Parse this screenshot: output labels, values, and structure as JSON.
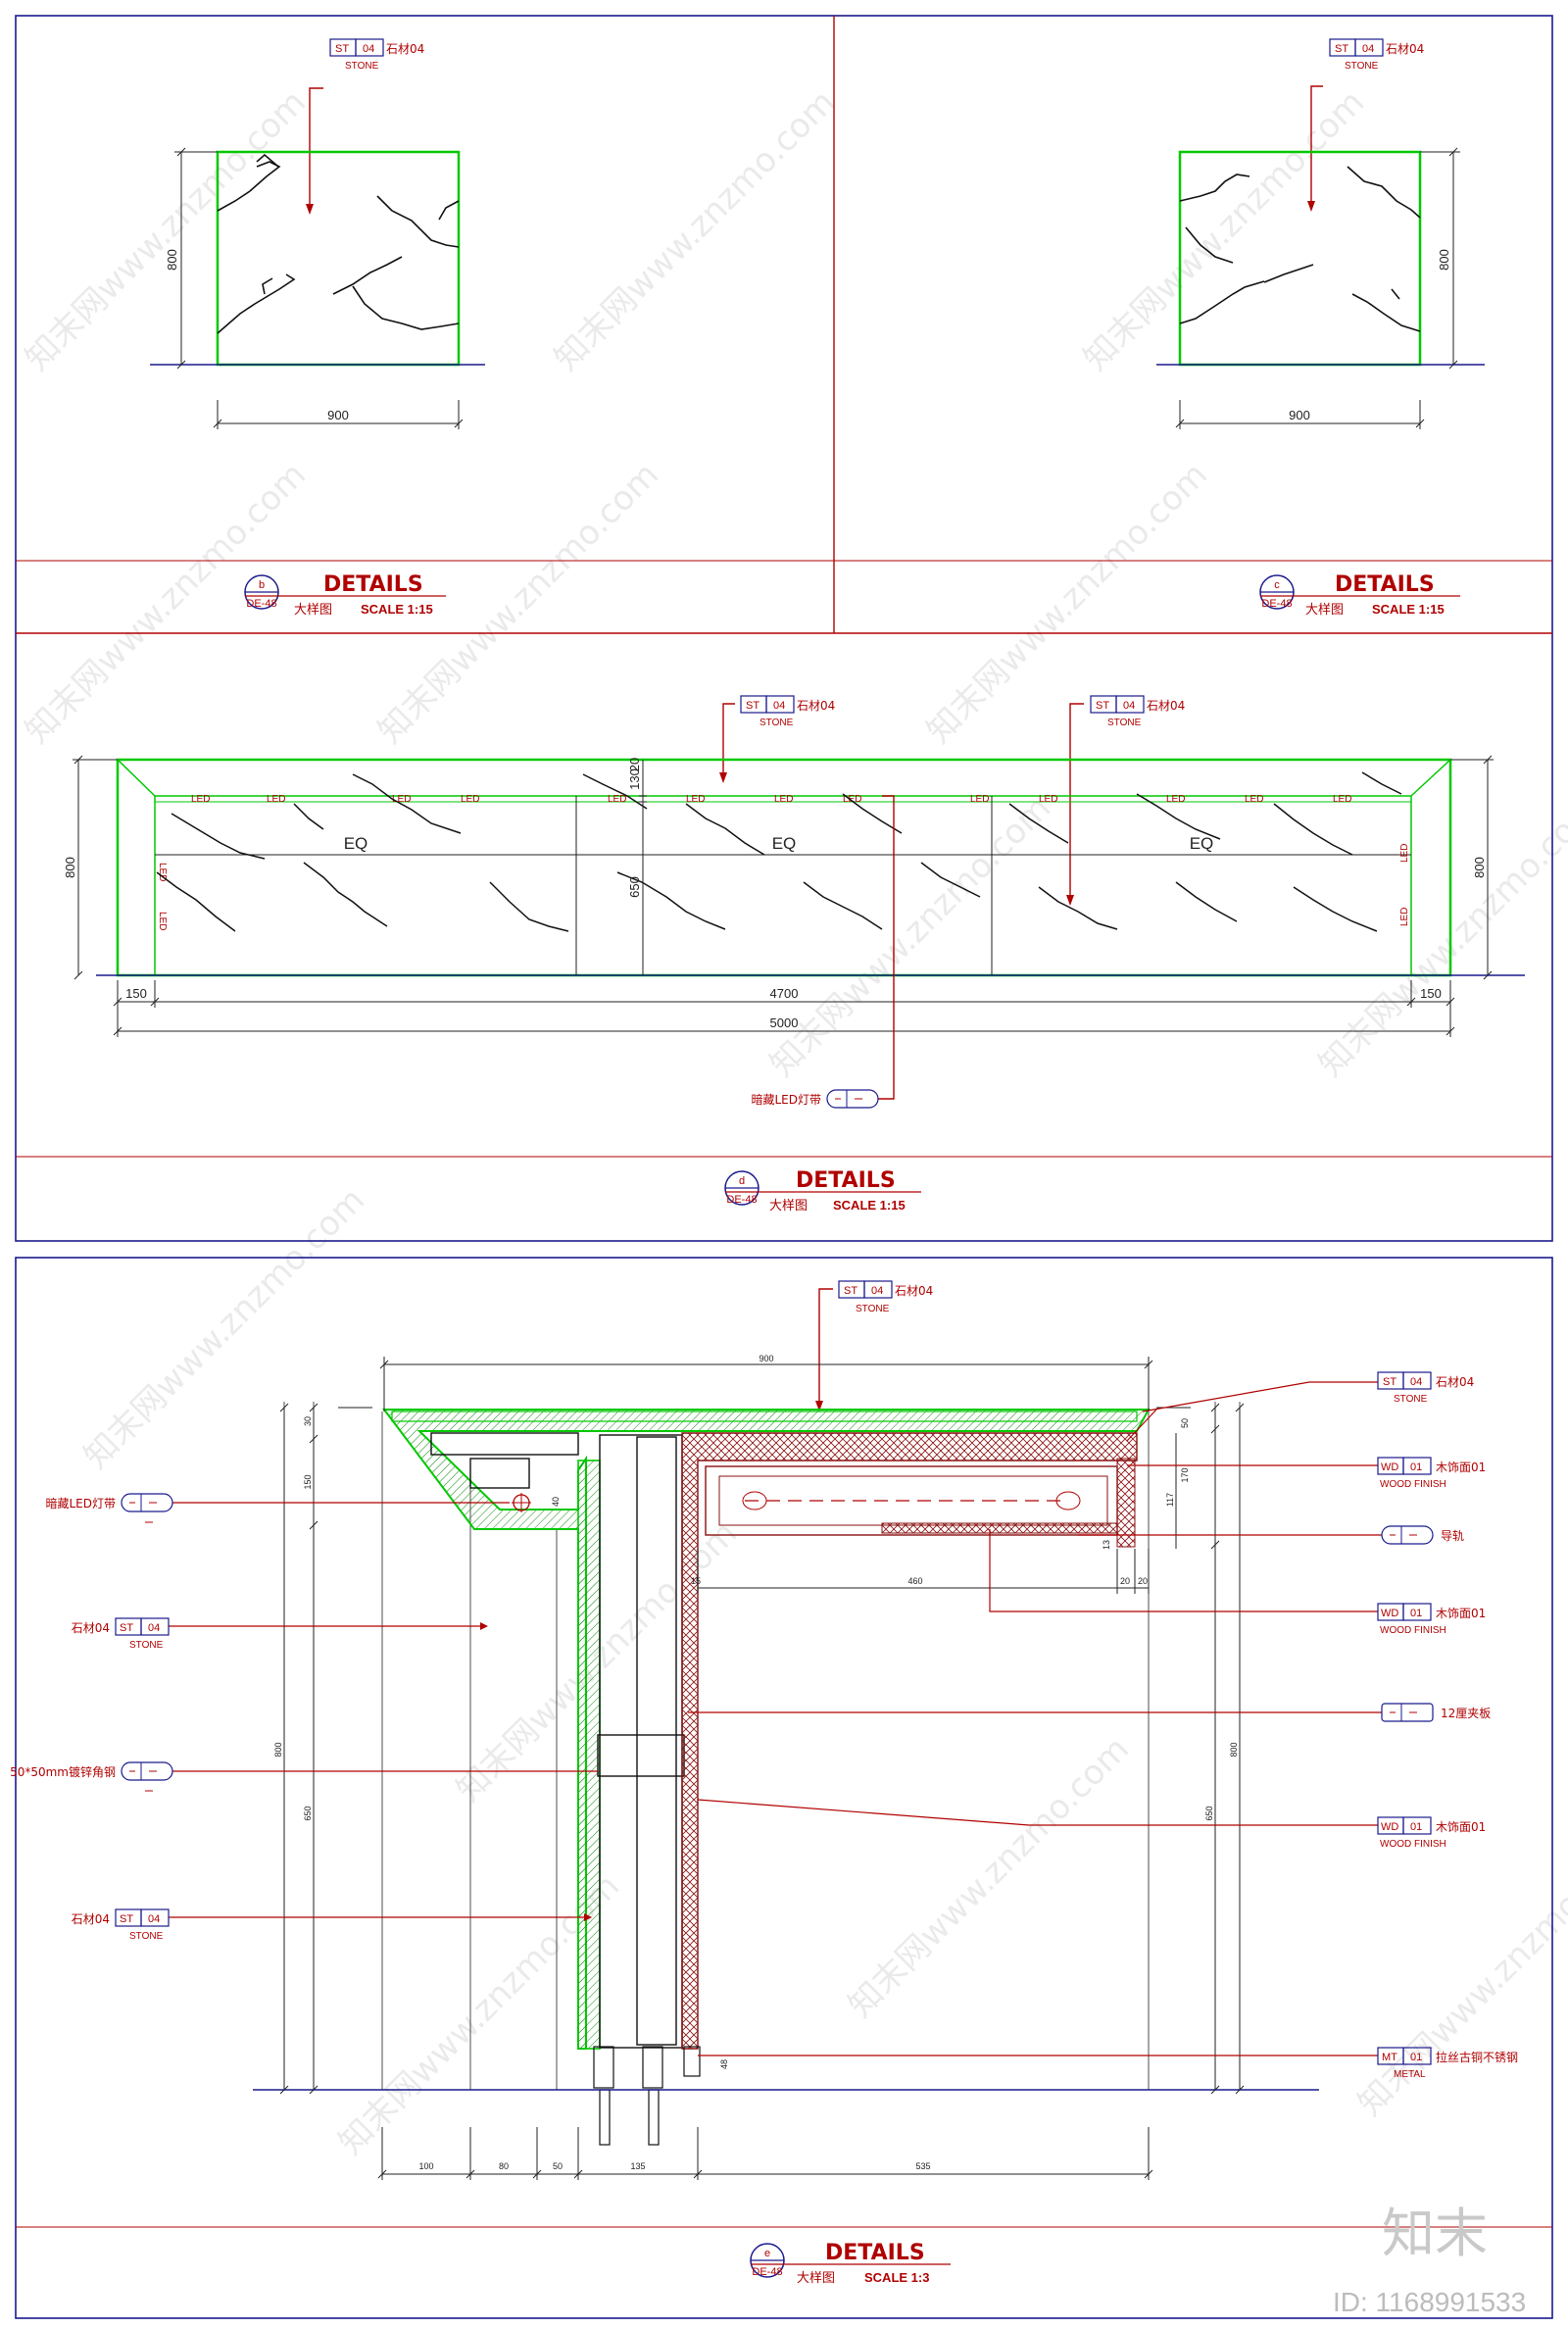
{
  "panels": {
    "b": {
      "letter": "b",
      "sheet": "DE-48",
      "title": "DETAILS",
      "subtitle": "大样图",
      "scale": "SCALE  1:15",
      "tag": {
        "code": "ST",
        "num": "04",
        "label": "石材04",
        "sub": "STONE"
      },
      "dims": {
        "height": "800",
        "width": "900"
      }
    },
    "c": {
      "letter": "c",
      "sheet": "DE-48",
      "title": "DETAILS",
      "subtitle": "大样图",
      "scale": "SCALE  1:15",
      "tag": {
        "code": "ST",
        "num": "04",
        "label": "石材04",
        "sub": "STONE"
      },
      "dims": {
        "height": "800",
        "width": "900"
      }
    },
    "d": {
      "letter": "d",
      "sheet": "DE-48",
      "title": "DETAILS",
      "subtitle": "大样图",
      "scale": "SCALE  1:15",
      "tags": [
        {
          "code": "ST",
          "num": "04",
          "label": "石材04",
          "sub": "STONE"
        },
        {
          "code": "ST",
          "num": "04",
          "label": "石材04",
          "sub": "STONE"
        }
      ],
      "dims": {
        "left_h": "800",
        "right_h": "800",
        "top_band": "130",
        "mid": "20",
        "inner_h": "650",
        "left_end": "150",
        "right_end": "150",
        "inner_w": "4700",
        "total_w": "5000"
      },
      "eq": [
        "EQ",
        "EQ",
        "EQ"
      ],
      "led_label": "LED",
      "led_callout": "暗藏LED灯带"
    },
    "e": {
      "letter": "e",
      "sheet": "DE-48",
      "title": "DETAILS",
      "subtitle": "大样图",
      "scale": "SCALE  1:3",
      "top_tag": {
        "code": "ST",
        "num": "04",
        "label": "石材04",
        "sub": "STONE"
      },
      "left_callouts": [
        {
          "label": "暗藏LED灯带",
          "code": "",
          "num": "",
          "sub": ""
        },
        {
          "label": "石材04",
          "code": "ST",
          "num": "04",
          "sub": "STONE"
        },
        {
          "label": "50*50mm镀锌角钢",
          "code": "",
          "num": "",
          "sub": ""
        },
        {
          "label": "石材04",
          "code": "ST",
          "num": "04",
          "sub": "STONE"
        }
      ],
      "right_callouts": [
        {
          "label": "石材04",
          "code": "ST",
          "num": "04",
          "sub": "STONE"
        },
        {
          "label": "木饰面01",
          "code": "WD",
          "num": "01",
          "sub": "WOOD FINISH"
        },
        {
          "label": "导轨",
          "code": "",
          "num": "",
          "sub": ""
        },
        {
          "label": "木饰面01",
          "code": "WD",
          "num": "01",
          "sub": "WOOD FINISH"
        },
        {
          "label": "12厘夹板",
          "code": "",
          "num": "",
          "sub": ""
        },
        {
          "label": "木饰面01",
          "code": "WD",
          "num": "01",
          "sub": "WOOD FINISH"
        },
        {
          "label": "拉丝古铜不锈钢",
          "code": "MT",
          "num": "01",
          "sub": "METAL"
        }
      ],
      "dims": {
        "top": "900",
        "left_total": "800",
        "left_inner": "650",
        "right_total": "800",
        "right_inner": "650",
        "drawer": "460",
        "s30": "30",
        "s150": "150",
        "s20a": "20",
        "s20b": "20",
        "s50": "50",
        "s170": "170",
        "s117": "117",
        "s40": "40",
        "s15": "15",
        "s48": "48",
        "s13": "13",
        "b100": "100",
        "b80": "80",
        "b50": "50",
        "b135": "135",
        "b535": "535"
      }
    }
  },
  "watermark": "知末网www.znzmo.com",
  "brand": "知末",
  "id_label": "ID: 1168991533",
  "colors": {
    "frame": "#1a1a8c",
    "title": "#b00000",
    "stone": "#00c800",
    "dim": "#222222",
    "ground": "#1a1a8c"
  }
}
